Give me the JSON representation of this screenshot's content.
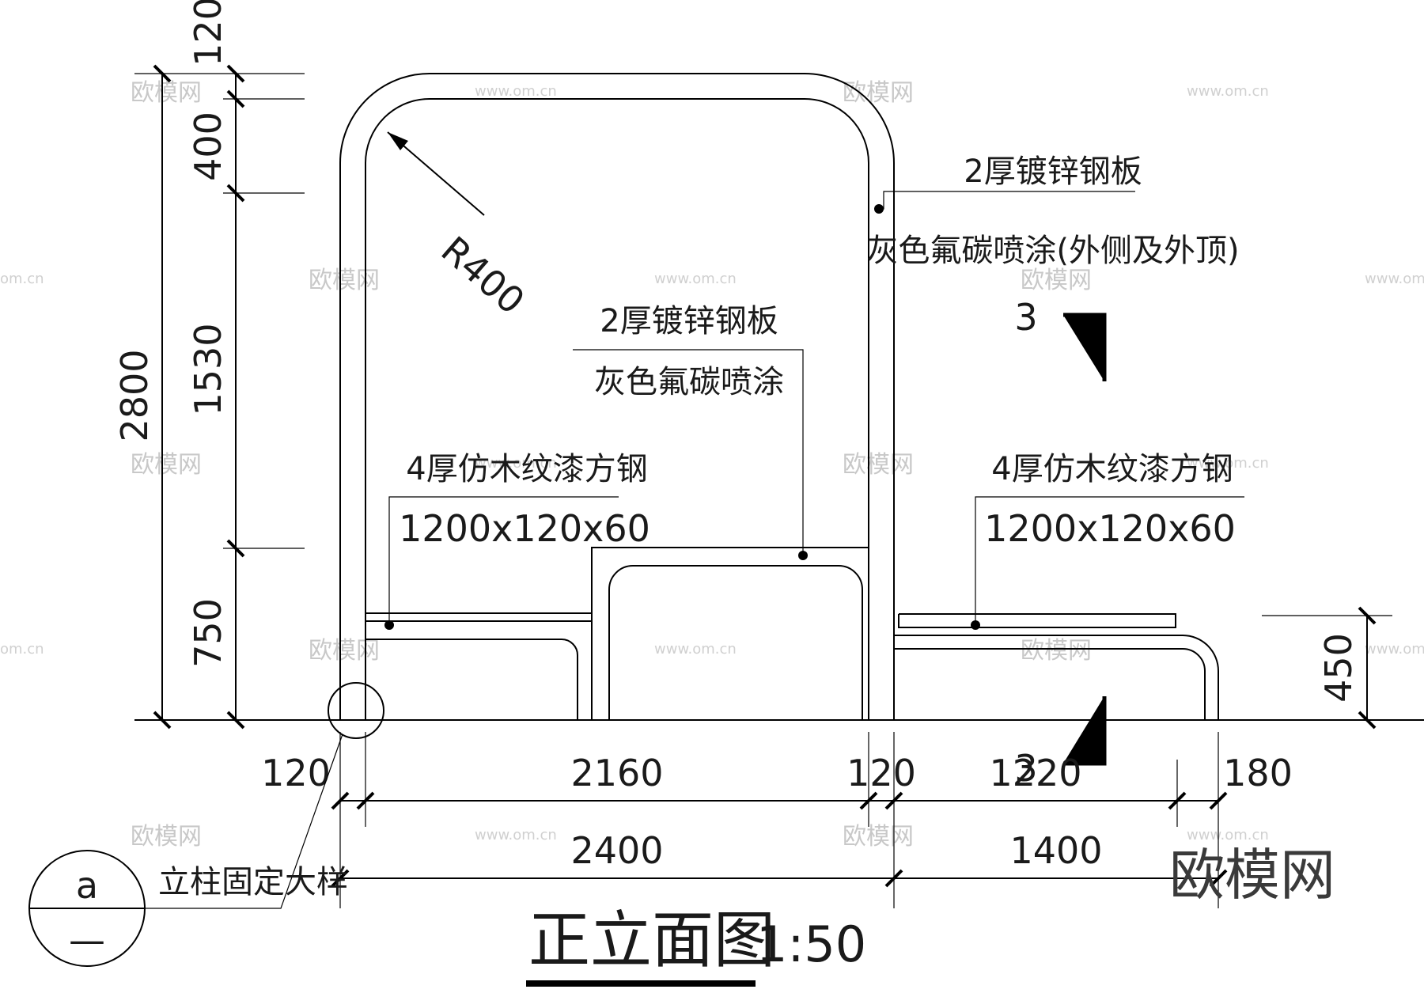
{
  "dimensions": {
    "left_vertical": [
      "120",
      "400",
      "1530",
      "750"
    ],
    "overall_height": "2800",
    "bench_height": "450",
    "bottom_row1": [
      "120",
      "2160",
      "120",
      "1220",
      "180"
    ],
    "bottom_row2": [
      "2400",
      "1400"
    ]
  },
  "radius_label": "R400",
  "notes": {
    "frame_top": "2厚镀锌钢板",
    "frame_bottom": "灰色氟碳喷涂(外侧及外顶)",
    "panel_top": "2厚镀锌钢板",
    "panel_bottom": "灰色氟碳喷涂",
    "bench_left_top": "4厚仿木纹漆方钢",
    "bench_left_bottom": "1200x120x60",
    "bench_right_top": "4厚仿木纹漆方钢",
    "bench_right_bottom": "1200x120x60"
  },
  "section_mark": "3",
  "detail": {
    "label": "立柱固定大样",
    "symbol_top": "a",
    "symbol_bottom": "—"
  },
  "title": "正立面图",
  "scale": "1:50",
  "watermarks": {
    "brand": "欧模网",
    "url": "www.om.cn",
    "url_short": "om.cn"
  }
}
